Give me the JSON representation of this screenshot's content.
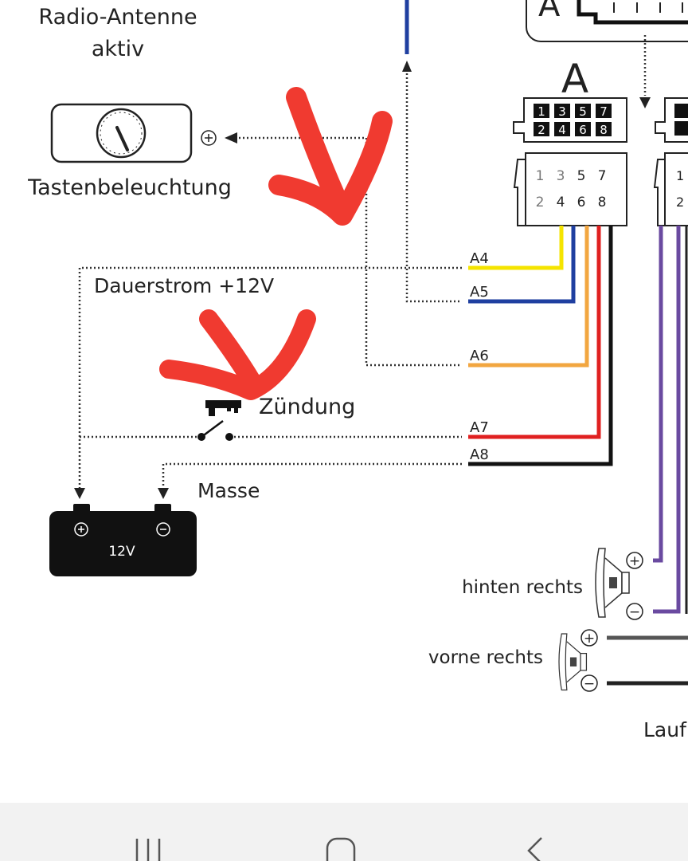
{
  "diagram": {
    "labels": {
      "radio_antenna_line1": "Radio-Antenne",
      "radio_antenna_line2": "aktiv",
      "button_light": "Tastenbeleuchtung",
      "permanent_power": "Dauerstrom +12V",
      "ignition": "Zündung",
      "ground": "Masse",
      "battery": "12V",
      "rear_right": "hinten rechts",
      "front_right": "vorne rechts",
      "speaker_partial": "Lauf",
      "top_connector_letter": "A",
      "connector_title": "A"
    },
    "connector_pins_top": [
      "1",
      "3",
      "5",
      "7"
    ],
    "connector_pins_bottom": [
      "2",
      "4",
      "6",
      "8"
    ],
    "wires": [
      {
        "label": "A4",
        "color": "#f5e400"
      },
      {
        "label": "A5",
        "color": "#1f3fa0"
      },
      {
        "label": "A6",
        "color": "#f2a640"
      },
      {
        "label": "A7",
        "color": "#e02020"
      },
      {
        "label": "A8",
        "color": "#111111"
      }
    ],
    "speaker_wire_colors": {
      "rear": "#6a4aa0",
      "front_plus": "#555555",
      "front_minus": "#222222"
    },
    "annotation_color": "#f03a30",
    "plus_symbol": "+",
    "minus_symbol": "−"
  },
  "navbar": {
    "recent_icon": "recent-apps-icon",
    "home_icon": "home-icon",
    "back_icon": "back-icon"
  }
}
